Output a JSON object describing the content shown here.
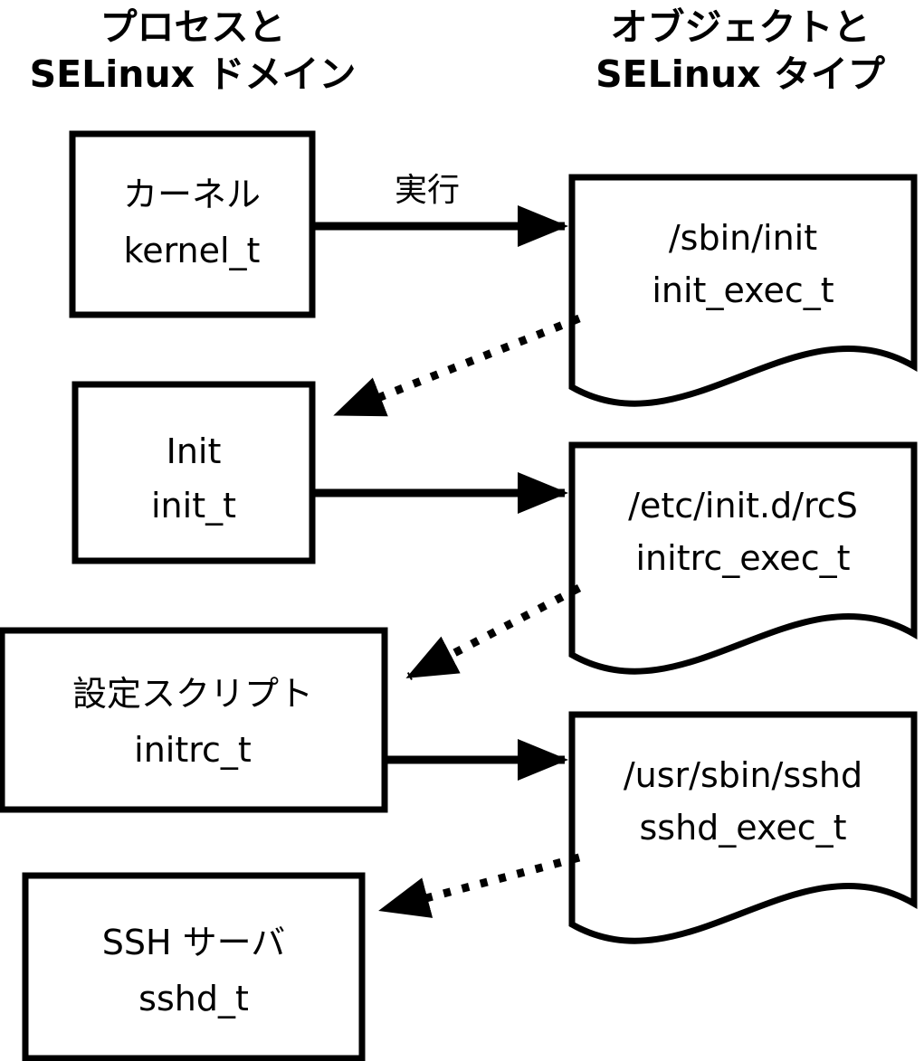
{
  "diagram": {
    "left_header": {
      "line1": "プロセスと",
      "line2": "SELinux ドメイン"
    },
    "right_header": {
      "line1": "オブジェクトと",
      "line2": "SELinux タイプ"
    },
    "process_boxes": [
      {
        "label": "カーネル",
        "domain": "kernel_t"
      },
      {
        "label": "Init",
        "domain": "init_t"
      },
      {
        "label": "設定スクリプト",
        "domain": "initrc_t"
      },
      {
        "label": "SSH サーバ",
        "domain": "sshd_t"
      }
    ],
    "object_docs": [
      {
        "path": "/sbin/init",
        "type": "init_exec_t"
      },
      {
        "path": "/etc/init.d/rcS",
        "type": "initrc_exec_t"
      },
      {
        "path": "/usr/sbin/sshd",
        "type": "sshd_exec_t"
      }
    ],
    "edge_labels": {
      "execute": "実行"
    },
    "colors": {
      "stroke": "#000000",
      "fill": "#ffffff",
      "background": "#ffffff"
    }
  }
}
